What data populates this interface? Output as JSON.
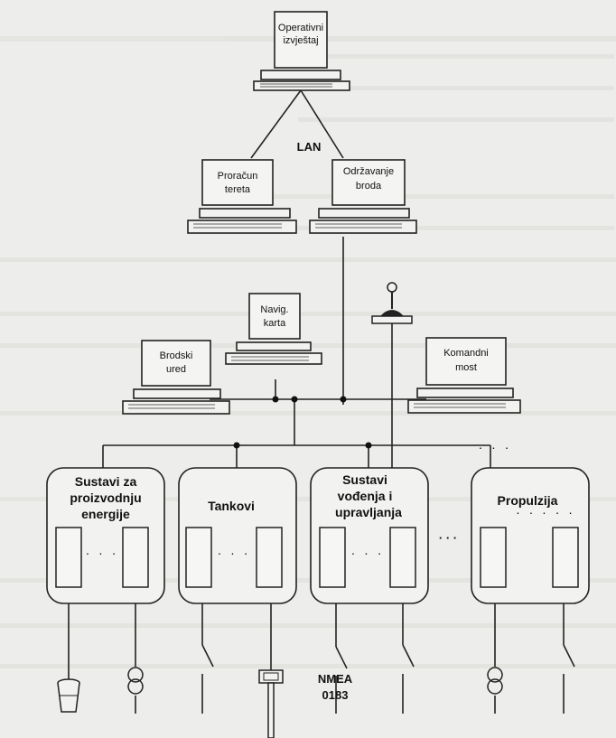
{
  "terminals": {
    "operativni": {
      "line1": "Operativni",
      "line2": "izvještaj"
    },
    "proracun": {
      "line1": "Proračun",
      "line2": "tereta"
    },
    "odrzavanje": {
      "line1": "Održavanje",
      "line2": "broda"
    },
    "navig": {
      "line1": "Navig.",
      "line2": "karta"
    },
    "brodski": {
      "line1": "Brodski",
      "line2": "ured"
    },
    "komandni": {
      "line1": "Komandni",
      "line2": "most"
    }
  },
  "lan_label": "LAN",
  "groups": {
    "energija": {
      "line1": "Sustavi za",
      "line2": "proizvodnju",
      "line3": "energije"
    },
    "tankovi": {
      "line1": "Tankovi"
    },
    "vodenje": {
      "line1": "Sustavi",
      "line2": "vođenja i",
      "line3": "upravljanja"
    },
    "propulzija": {
      "line1": "Propulzija"
    }
  },
  "nmea": {
    "line1": "NMEA",
    "line2": "0183"
  },
  "ellipsis": "· · ·"
}
